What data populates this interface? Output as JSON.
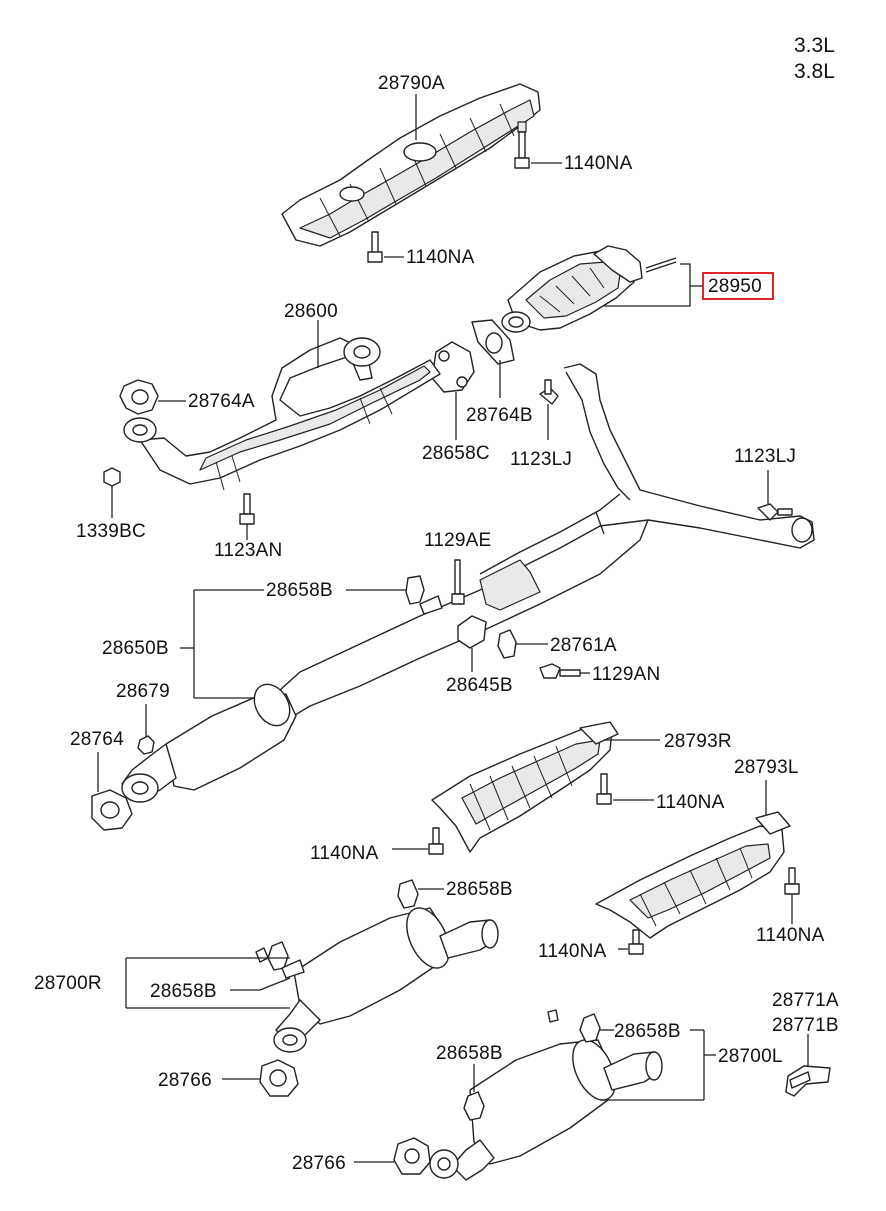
{
  "engine": [
    "3.3L",
    "3.8L"
  ],
  "highlight_color": "#e0262b",
  "labels": {
    "p28790A": "28790A",
    "p1140NA_top": "1140NA",
    "p1140NA_top2": "1140NA",
    "p28950": "28950",
    "p28600": "28600",
    "p28764A": "28764A",
    "p28764B": "28764B",
    "p28658C": "28658C",
    "p1123LJ_a": "1123LJ",
    "p1123LJ_b": "1123LJ",
    "p1339BC": "1339BC",
    "p1123AN": "1123AN",
    "p1129AE": "1129AE",
    "p28658B_a": "28658B",
    "p28650B": "28650B",
    "p28761A": "28761A",
    "p1129AN": "1129AN",
    "p28645B": "28645B",
    "p28679": "28679",
    "p28764": "28764",
    "p28793R": "28793R",
    "p1140NA_r1": "1140NA",
    "p1140NA_r2": "1140NA",
    "p28793L": "28793L",
    "p1140NA_l1": "1140NA",
    "p1140NA_l2": "1140NA",
    "p28658B_b": "28658B",
    "p28700R": "28700R",
    "p28658B_c": "28658B",
    "p28766_a": "28766",
    "p28771A": "28771A",
    "p28771B": "28771B",
    "p28658B_d": "28658B",
    "p28658B_e": "28658B",
    "p28700L": "28700L",
    "p28766_b": "28766"
  }
}
